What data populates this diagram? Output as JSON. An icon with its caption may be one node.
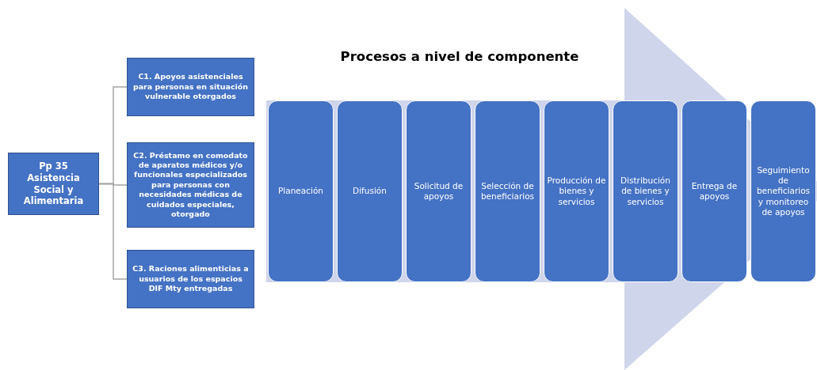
{
  "diagram": {
    "title": "Procesos a nivel de componente",
    "nodes": [
      {
        "text": [
          "Pp 35 Asistencia Social y Alimentaria"
        ]
      },
      {
        "text": [
          "C1. Apoyos asistenciales para personas en situación vulnerable otorgados"
        ]
      },
      {
        "text": [
          "C2. Préstamo en comodato de aparatos médicos y/o funcionales especializados para personas con necesidades médicas de cuidados especiales, otorgado"
        ]
      },
      {
        "text": [
          "C3. Raciones alimenticias a usuarios de los espacios DIF Mty entregadas"
        ]
      },
      {
        "text": [
          "Planeación"
        ]
      },
      {
        "text": [
          "Difusión"
        ]
      },
      {
        "text": [
          "Solicitud de apoyos"
        ]
      },
      {
        "text": [
          "Selección de beneficiarios"
        ]
      },
      {
        "text": [
          "Producción de bienes y servicios"
        ]
      },
      {
        "text": [
          "Distribución de bienes y servicios"
        ]
      },
      {
        "text": [
          "Entrega de apoyos"
        ]
      },
      {
        "text": [
          "Seguimiento de beneficiarios y monitoreo de apoyos"
        ]
      }
    ],
    "edges": [
      {
        "from": 0,
        "to": 1,
        "arrow": "none"
      },
      {
        "from": 0,
        "to": 2,
        "arrow": "none"
      },
      {
        "from": 0,
        "to": 3,
        "arrow": "none"
      },
      {
        "from": 4,
        "to": 11,
        "arrow": "to"
      }
    ]
  }
}
